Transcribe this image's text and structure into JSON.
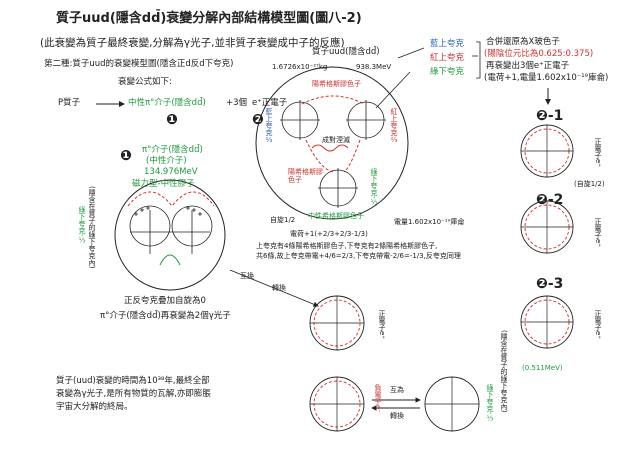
{
  "title": "質子uud(隱含dd̄)衰變分解內部結構模型圖(圖八-2)",
  "subtitle": "(此衰變為質子最終衰變,分解為γ光子,並非質子衰變成中子的反應)",
  "method_label": "第二種:質子uud的衰變模型圖(隱含正d反d下夸克)",
  "formula_label": "衰變公式如下:",
  "formula": {
    "proton": "P質子",
    "neutral_pion": "中性π°介子(隱含dd̄)",
    "plus3": "+3個",
    "positron": "e⁺正電子",
    "marker1": "❶",
    "marker2": "❷"
  },
  "left": {
    "marker": "❶",
    "pion_name": "π°介子(隱含dd̄)",
    "neutral_pion": "(中性介子)",
    "mass": "134.976MeV",
    "magnetic_force": "磁力型-中性膠子",
    "side_label": "(隱含在質子的綠下夸克內)",
    "green_down": "綠下夸克-⅓",
    "caption1": "正反夸克疊加自旋為0",
    "caption2": "π°介子(隱含dd̄)再衰變為2個γ光子"
  },
  "center": {
    "proton_label": "質子uud(隱含dd̄)",
    "mass1": "1.6726x10⁻²⁷kg",
    "mass2": "938.3MeV",
    "yang_gluon": "陽希格斯膠色子",
    "blue_up": "藍上夸克⅔",
    "red_up": "紅上夸克⅔",
    "gen_ring": "成對湮滅",
    "yin_gluon": "陽希格斯膠色子",
    "green_down": "綠下夸克-⅓",
    "neutral_gluon": "中性希格斯膠色子",
    "spin": "自旋1/2",
    "charge": "電量1.602x10⁻¹⁹庫侖",
    "charge_formula": "電荷+1(+2/3+2/3-1/3)",
    "note1": "上夸克有4條陽希格斯膠色子,下夸克有2條陽希格斯膠色子,",
    "note2": "共6條,故上夸克帶電+4/6=2/3,下夸克帶電-2/6=-1/3,反夸克同理"
  },
  "right": {
    "blue_up": "藍上夸克",
    "red_up": "紅上夸克",
    "green_down": "綠下夸克",
    "combine1": "合併還原為X玻色子",
    "combine2": "(陽陰位元比為0.625:0.375)",
    "combine3": "再衰變出3個e⁺正電子",
    "combine4": "(電荷+1,電量1.602x10⁻¹⁹庫侖)",
    "m21": "❷-1",
    "m22": "❷-2",
    "m23": "❷-3",
    "positron": "正電子e⁺",
    "spin": "(自旋1/2)",
    "hidden": "(隱含在質子的綠下夸克內)",
    "mass": "(0.511MeV)"
  },
  "lower": {
    "swap": "互換",
    "swap2": "轉換",
    "positron": "正電子e⁺",
    "negatron": "負電子e⁻",
    "green_down": "綠下夸克-⅓",
    "swap_b": "互為",
    "swap_b2": "轉換"
  },
  "bottom_note": {
    "line1": "質子(uud)衰變的時間為10³⁸年,最終全部",
    "line2": "衰變為γ光子,是所有物質的瓦解,亦即膨脹",
    "line3": "宇宙大分解的終局。"
  },
  "colors": {
    "red": "#d22f2f",
    "green": "#1f9a3c",
    "blue": "#2a62b8",
    "black": "#222222"
  }
}
